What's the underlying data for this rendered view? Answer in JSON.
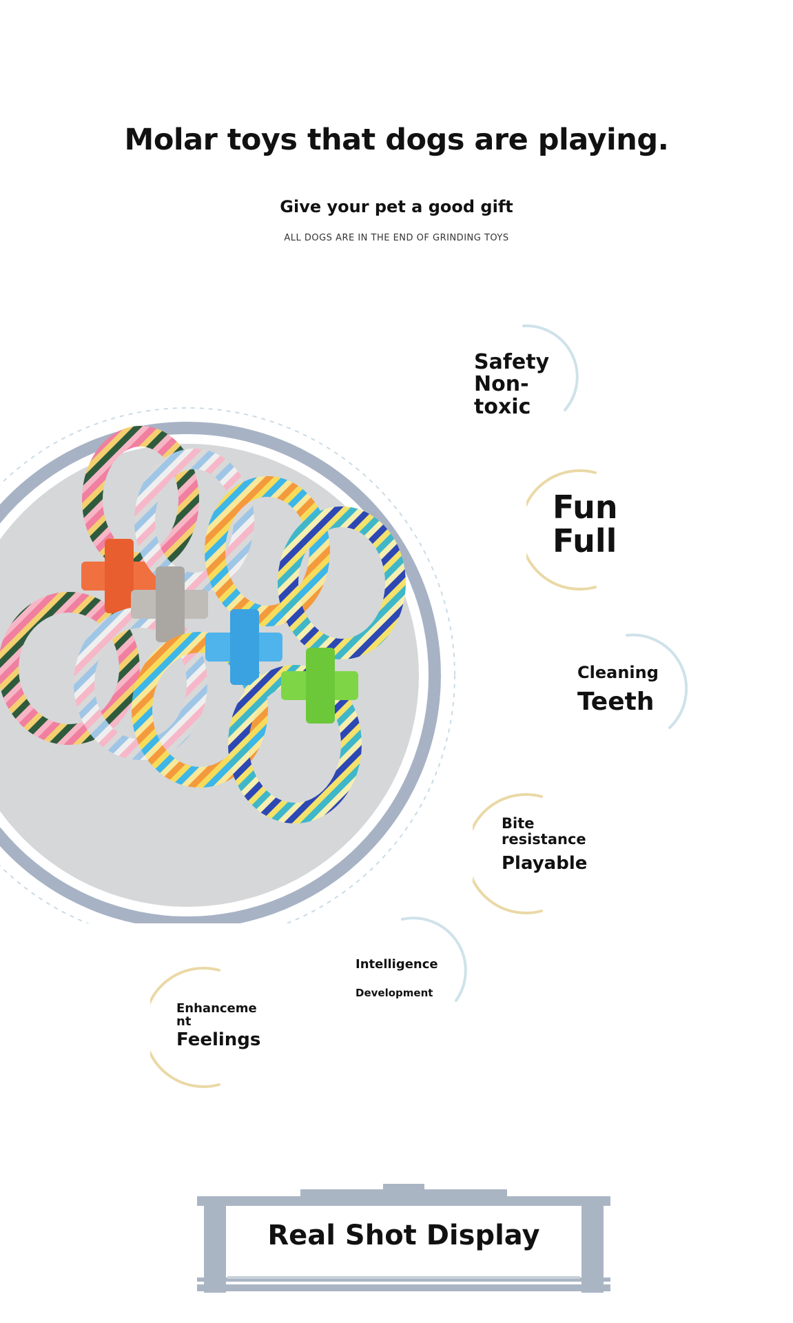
{
  "header": {
    "headline": "Molar toys that dogs are playing.",
    "subhead": "Give your pet a good gift",
    "tagline": "ALL DOGS ARE IN THE END OF GRINDING TOYS"
  },
  "features": [
    {
      "lines": [
        "Safety",
        "Non-",
        "toxic"
      ]
    },
    {
      "lines": [
        "Fun",
        "Full"
      ]
    },
    {
      "lines": [
        "Cleaning",
        "Teeth"
      ]
    },
    {
      "lines": [
        "Bite",
        "resistance",
        "Playable"
      ]
    },
    {
      "lines": [
        "Intelligence",
        "Development"
      ]
    },
    {
      "lines": [
        "Enhanceme",
        "nt",
        "Feelings"
      ]
    }
  ],
  "banner": {
    "title": "Real Shot Display"
  },
  "colors": {
    "ring": "#a7b3c4",
    "disc": "#d6d7d9",
    "arc_gold": "#ead9a6",
    "arc_blue": "#cfe2ea",
    "banner": "#aab5c4"
  },
  "icons": {
    "hero": "rope-toy-image"
  }
}
